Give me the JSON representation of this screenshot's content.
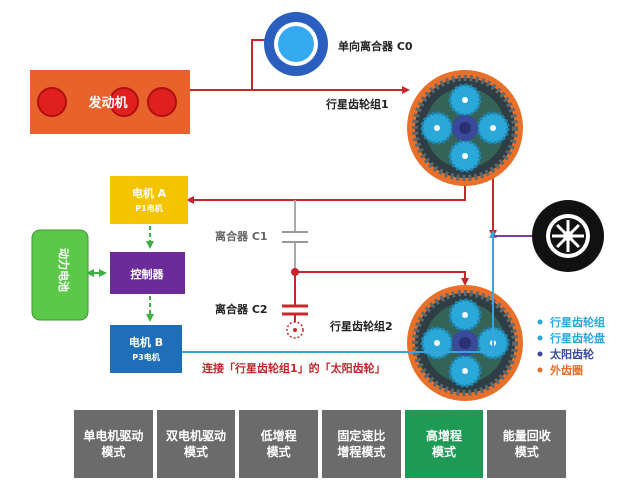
{
  "labels": {
    "clutch_c0": "单向离合器 C0",
    "engine": "发动机",
    "planetary1": "行星齿轮组1",
    "planetary2": "行星齿轮组2",
    "motor_a": "电机 A",
    "motor_a_sub": "P1电机",
    "controller": "控制器",
    "battery": "动力电池",
    "motor_b": "电机 B",
    "motor_b_sub": "P3电机",
    "clutch_c1": "离合器 C1",
    "clutch_c2": "离合器 C2",
    "connect_note": "连接「行星齿轮组1」的「太阳齿轮」"
  },
  "legend": [
    {
      "text": "行星齿轮组",
      "color": "#2aa8d8"
    },
    {
      "text": "行星齿轮盘",
      "color": "#2aa8d8"
    },
    {
      "text": "太阳齿轮",
      "color": "#3a4a9a"
    },
    {
      "text": "外齿圈",
      "color": "#e8702a"
    }
  ],
  "tabs": [
    {
      "label": "单电机驱动\n模式",
      "active": false
    },
    {
      "label": "双电机驱动\n模式",
      "active": false
    },
    {
      "label": "低增程\n模式",
      "active": false
    },
    {
      "label": "固定速比\n增程模式",
      "active": false
    },
    {
      "label": "高增程\n模式",
      "active": true
    },
    {
      "label": "能量回收\n模式",
      "active": false
    }
  ],
  "colors": {
    "power_red": "#c8282c",
    "power_blue": "#3aa3e0",
    "power_purple": "#7a3aa0",
    "engine_orange": "#e8622c",
    "motor_yellow": "#f5c400",
    "controller_purple": "#6b2c9a",
    "motor_b_blue": "#1f6fb8",
    "battery_green": "#5cc84a",
    "active_tab": "#1f9a54",
    "inactive_tab": "#6b6b6b"
  }
}
